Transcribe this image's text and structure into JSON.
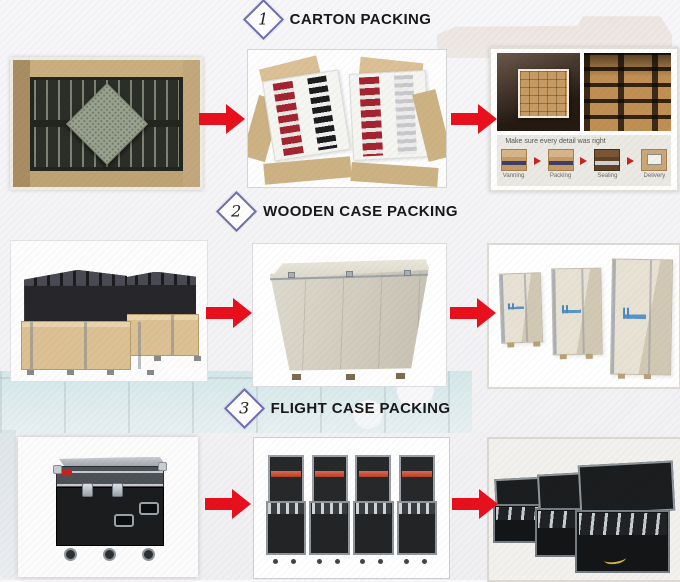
{
  "colors": {
    "accent_red": "#e8101c",
    "diamond_outline": "#6f6fae",
    "page_bg": "#f5f4f6",
    "cardboard": "#c9ae7f"
  },
  "sections": [
    {
      "number": "1",
      "title": "CARTON PACKING"
    },
    {
      "number": "2",
      "title": "WOODEN CASE PACKING"
    },
    {
      "number": "3",
      "title": "FLIGHT CASE PACKING"
    }
  ],
  "carton_detail": {
    "note": "Make sure every detail was right",
    "steps": [
      "Vanning",
      "Packing",
      "Sealing",
      "Delivery"
    ]
  }
}
